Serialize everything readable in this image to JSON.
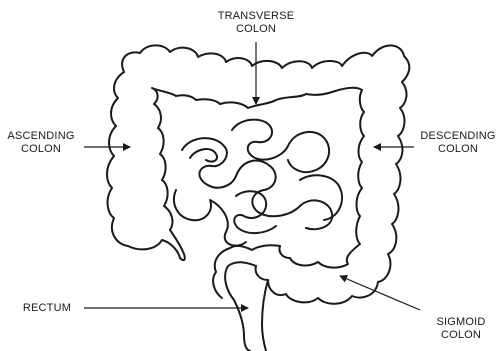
{
  "labels": {
    "transverse": {
      "line1": "TRANSVERSE",
      "line2": "COLON"
    },
    "ascending": {
      "line1": "ASCENDING",
      "line2": "COLON"
    },
    "descending": {
      "line1": "DESCENDING",
      "line2": "COLON"
    },
    "rectum": {
      "line1": "RECTUM"
    },
    "sigmoid": {
      "line1": "SIGMOID",
      "line2": "COLON"
    }
  },
  "colors": {
    "ink": "#1a1a1a",
    "background": "#ffffff"
  }
}
